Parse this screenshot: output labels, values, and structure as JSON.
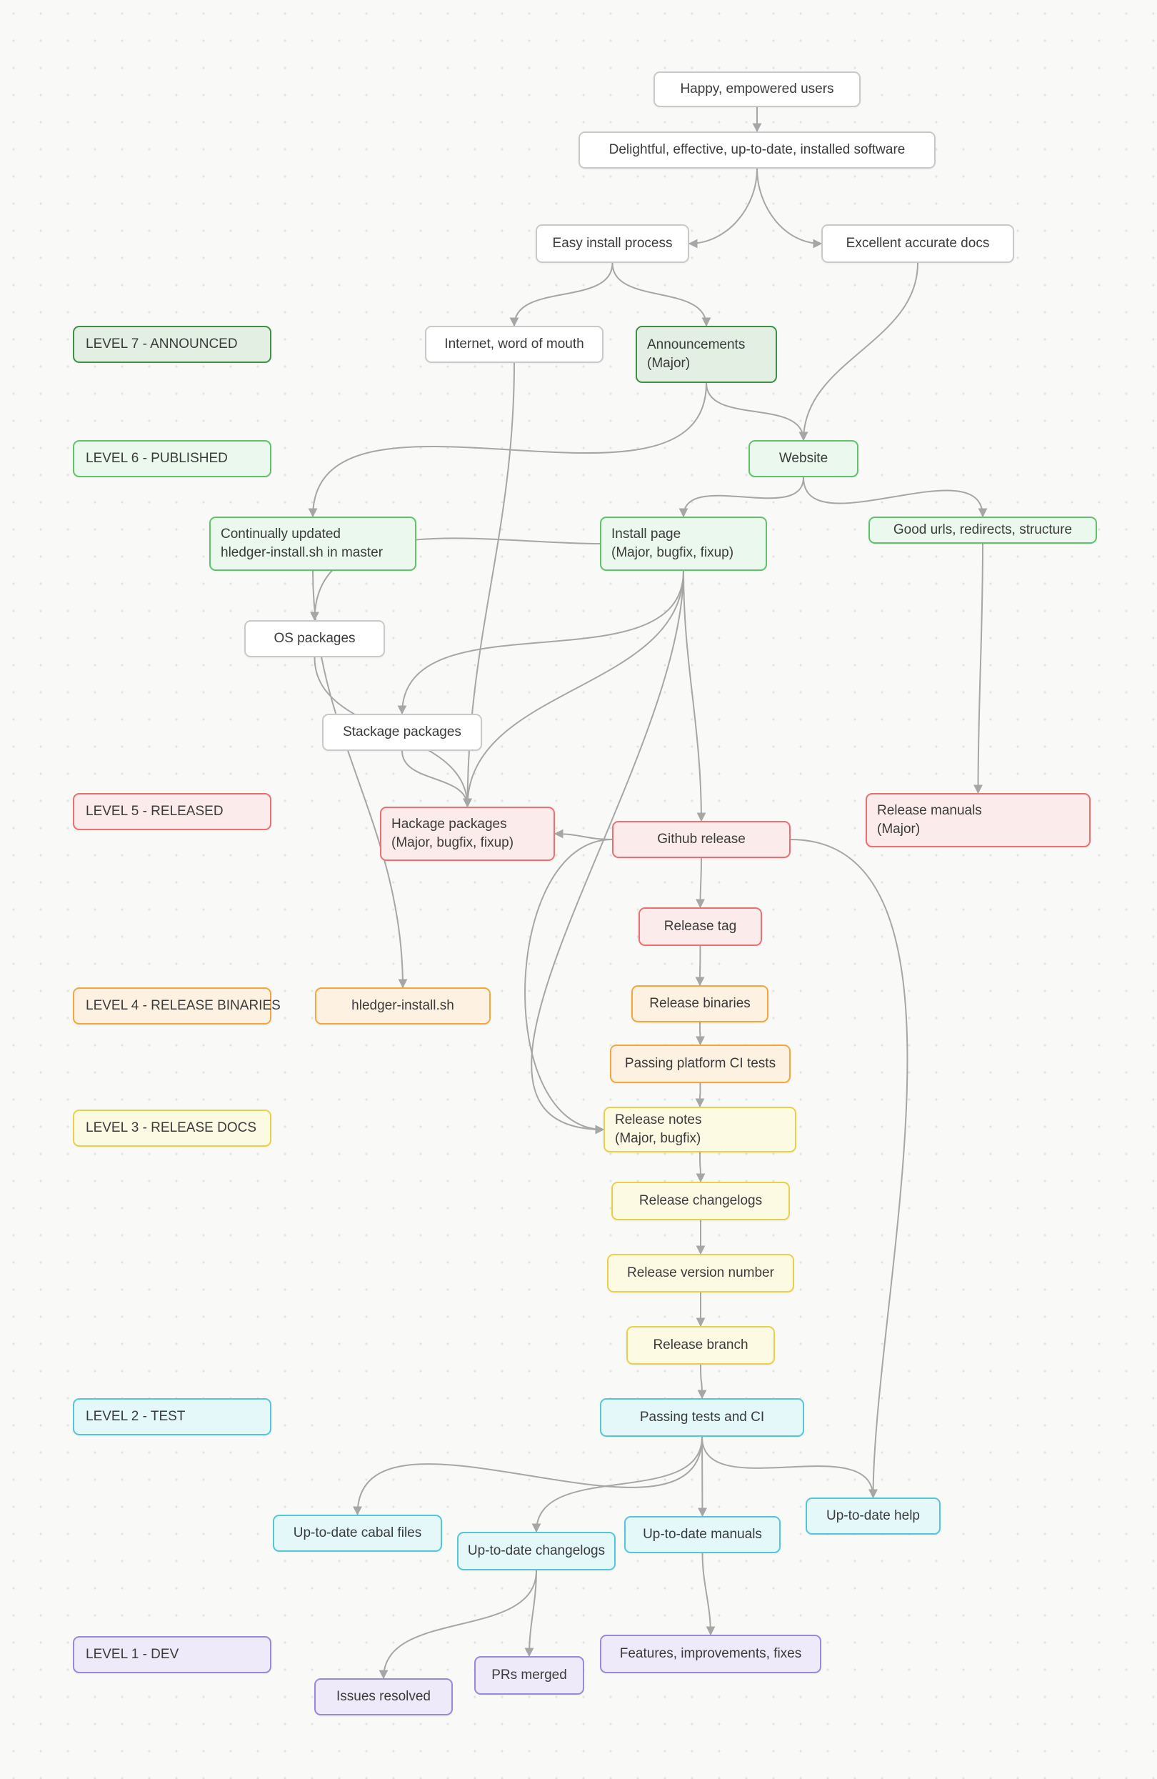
{
  "palette": {
    "bg": "#f9f9f7",
    "dot": "#e2e2e0",
    "text": "#3b3b3b",
    "arrow": "#a6a6a6",
    "white-border": "#c9c9c9",
    "white-fill": "#ffffff",
    "green7-border": "#3f8f44",
    "green7-fill": "#e3efe3",
    "green6-border": "#61c16d",
    "green6-fill": "#eaf8ee",
    "red-border": "#ea7070",
    "red-fill": "#fcebeb",
    "orange-border": "#f2a63d",
    "orange-fill": "#fdf2e2",
    "yellow-border": "#e9d04b",
    "yellow-fill": "#fdfae4",
    "cyan-border": "#55c6d6",
    "cyan-fill": "#e4f8fa",
    "purple-border": "#9a89d8",
    "purple-fill": "#eeeaf9"
  },
  "levels": {
    "level7": {
      "label": "LEVEL 7 - ANNOUNCED"
    },
    "level6": {
      "label": "LEVEL 6 - PUBLISHED"
    },
    "level5": {
      "label": "LEVEL 5 - RELEASED"
    },
    "level4": {
      "label": "LEVEL 4 - RELEASE BINARIES"
    },
    "level3": {
      "label": "LEVEL 3 - RELEASE DOCS"
    },
    "level2": {
      "label": "LEVEL 2 - TEST"
    },
    "level1": {
      "label": "LEVEL 1 - DEV"
    }
  },
  "nodes": {
    "happy_users": {
      "label": "Happy, empowered users"
    },
    "delightful_software": {
      "label": "Delightful, effective, up-to-date, installed software"
    },
    "easy_install": {
      "label": "Easy install process"
    },
    "excellent_docs": {
      "label": "Excellent accurate docs"
    },
    "internet_word_of_mouth": {
      "label": "Internet, word of mouth"
    },
    "announcements": {
      "label": "Announcements",
      "sublabel": "(Major)"
    },
    "website": {
      "label": "Website"
    },
    "continually_updated": {
      "label": "Continually updated",
      "sublabel": "hledger-install.sh in master"
    },
    "install_page": {
      "label": "Install page",
      "sublabel": "(Major, bugfix, fixup)"
    },
    "good_urls": {
      "label": "Good urls, redirects, structure"
    },
    "os_packages": {
      "label": "OS packages"
    },
    "stackage_packages": {
      "label": "Stackage packages"
    },
    "hackage_packages": {
      "label": "Hackage packages",
      "sublabel": "(Major, bugfix, fixup)"
    },
    "github_release": {
      "label": "Github release"
    },
    "release_manuals": {
      "label": "Release manuals",
      "sublabel": "(Major)"
    },
    "release_tag": {
      "label": "Release tag"
    },
    "hledger_install_sh": {
      "label": "hledger-install.sh"
    },
    "release_binaries": {
      "label": "Release binaries"
    },
    "passing_platform_ci_tests": {
      "label": "Passing platform CI tests"
    },
    "release_notes": {
      "label": "Release notes",
      "sublabel": "(Major, bugfix)"
    },
    "release_changelogs": {
      "label": "Release changelogs"
    },
    "release_version_number": {
      "label": "Release version number"
    },
    "release_branch": {
      "label": "Release branch"
    },
    "passing_tests_and_ci": {
      "label": "Passing tests and CI"
    },
    "up_to_date_cabal_files": {
      "label": "Up-to-date cabal files"
    },
    "up_to_date_changelogs": {
      "label": "Up-to-date changelogs"
    },
    "up_to_date_manuals": {
      "label": "Up-to-date manuals"
    },
    "up_to_date_help": {
      "label": "Up-to-date help"
    },
    "features_improvements_fixes": {
      "label": "Features, improvements, fixes"
    },
    "prs_merged": {
      "label": "PRs merged"
    },
    "issues_resolved": {
      "label": "Issues resolved"
    }
  },
  "edges": [
    {
      "from": "happy_users",
      "to": "delightful_software"
    },
    {
      "from": "delightful_software",
      "to": "easy_install",
      "toSide": "right"
    },
    {
      "from": "delightful_software",
      "to": "excellent_docs",
      "toSide": "left"
    },
    {
      "from": "easy_install",
      "to": "internet_word_of_mouth"
    },
    {
      "from": "easy_install",
      "to": "announcements"
    },
    {
      "from": "excellent_docs",
      "to": "website"
    },
    {
      "from": "announcements",
      "to": "website"
    },
    {
      "from": "announcements",
      "to": "continually_updated"
    },
    {
      "from": "website",
      "to": "install_page"
    },
    {
      "from": "website",
      "to": "good_urls"
    },
    {
      "from": "good_urls",
      "to": "release_manuals"
    },
    {
      "from": "install_page",
      "to": "os_packages",
      "fromSide": "left"
    },
    {
      "from": "install_page",
      "to": "stackage_packages"
    },
    {
      "from": "install_page",
      "to": "hackage_packages"
    },
    {
      "from": "install_page",
      "to": "github_release"
    },
    {
      "from": "install_page",
      "to": "release_notes",
      "toSide": "left"
    },
    {
      "from": "continually_updated",
      "to": "hledger_install_sh"
    },
    {
      "from": "os_packages",
      "to": "hackage_packages"
    },
    {
      "from": "stackage_packages",
      "to": "hackage_packages"
    },
    {
      "from": "internet_word_of_mouth",
      "to": "hackage_packages"
    },
    {
      "from": "github_release",
      "to": "release_tag"
    },
    {
      "from": "github_release",
      "to": "release_notes",
      "fromSide": "left",
      "toSide": "left"
    },
    {
      "from": "github_release",
      "to": "hackage_packages",
      "fromSide": "left",
      "toSide": "right"
    },
    {
      "from": "github_release",
      "to": "up_to_date_help",
      "fromSide": "right"
    },
    {
      "from": "release_tag",
      "to": "release_binaries"
    },
    {
      "from": "release_binaries",
      "to": "passing_platform_ci_tests"
    },
    {
      "from": "passing_platform_ci_tests",
      "to": "release_notes"
    },
    {
      "from": "release_notes",
      "to": "release_changelogs"
    },
    {
      "from": "release_changelogs",
      "to": "release_version_number"
    },
    {
      "from": "release_version_number",
      "to": "release_branch"
    },
    {
      "from": "release_branch",
      "to": "passing_tests_and_ci"
    },
    {
      "from": "passing_tests_and_ci",
      "to": "up_to_date_cabal_files"
    },
    {
      "from": "passing_tests_and_ci",
      "to": "up_to_date_changelogs"
    },
    {
      "from": "passing_tests_and_ci",
      "to": "up_to_date_manuals"
    },
    {
      "from": "passing_tests_and_ci",
      "to": "up_to_date_help"
    },
    {
      "from": "up_to_date_changelogs",
      "to": "issues_resolved"
    },
    {
      "from": "up_to_date_changelogs",
      "to": "prs_merged"
    },
    {
      "from": "up_to_date_manuals",
      "to": "features_improvements_fixes"
    }
  ]
}
